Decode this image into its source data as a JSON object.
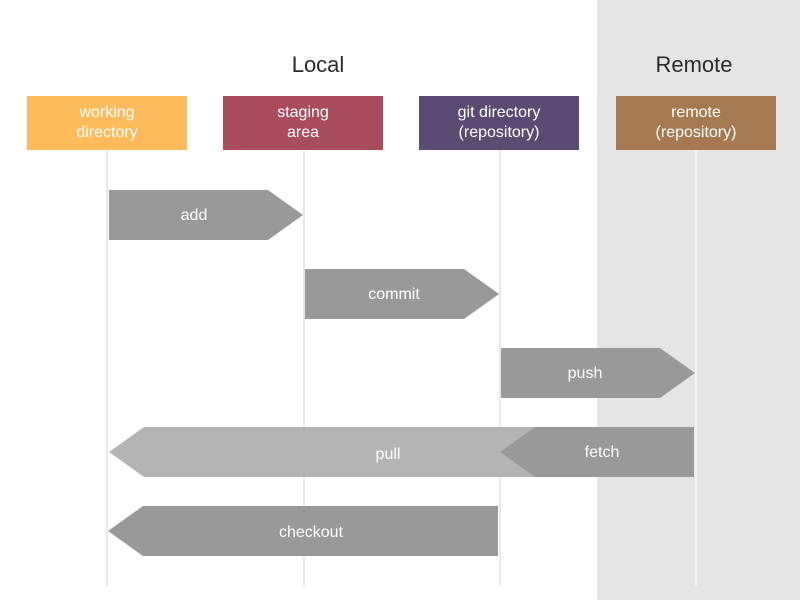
{
  "sections": {
    "local": "Local",
    "remote": "Remote"
  },
  "columns": [
    {
      "id": "working",
      "label": "working\ndirectory",
      "color": "#ffba5c"
    },
    {
      "id": "staging",
      "label": "staging\narea",
      "color": "#a94c5e"
    },
    {
      "id": "gitdir",
      "label": "git directory\n(repository)",
      "color": "#5b4a72"
    },
    {
      "id": "remote",
      "label": "remote\n(repository)",
      "color": "#a57a52"
    }
  ],
  "arrows": {
    "add": "add",
    "commit": "commit",
    "push": "push",
    "pull": "pull",
    "fetch": "fetch",
    "checkout": "checkout"
  },
  "colors": {
    "arrow_dark": "#999999",
    "arrow_light": "#b4b4b4",
    "remote_panel": "#e5e5e5"
  }
}
